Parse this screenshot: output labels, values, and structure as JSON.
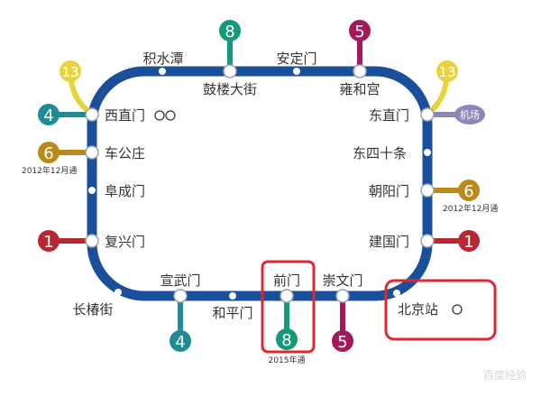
{
  "colors": {
    "line2": "#1a4f9c",
    "line1": "#b82832",
    "line4": "#1f8b95",
    "line5": "#a5185a",
    "line6": "#b98a1a",
    "line8": "#16997a",
    "line13": "#e8d43a",
    "airport": "#8d86b8",
    "highlight": "#e0282e"
  },
  "stations": {
    "jishuitan": "积水潭",
    "gulou": "鼓楼大街",
    "andingmen": "安定门",
    "yonghegong": "雍和宫",
    "dongzhimen": "东直门",
    "dongsishitiao": "东四十条",
    "chaoyangmen": "朝阳门",
    "jianguomen": "建国门",
    "beijingzhan": "北京站",
    "chongwenmen": "崇文门",
    "qianmen": "前门",
    "hepingmen": "和平门",
    "xuanwumen": "宣武门",
    "changchunjie": "长椿街",
    "fuxingmen": "复兴门",
    "fuchengmen": "阜成门",
    "chegongzhuang": "车公庄",
    "xizhimen": "西直门"
  },
  "lines": {
    "l8": "8",
    "l5": "5",
    "l13": "13",
    "l4": "4",
    "l6": "6",
    "l1": "1",
    "airport": "机场"
  },
  "notes": {
    "l6_left": "2012年12月通",
    "l6_right": "2012年12月通",
    "l8_bottom": "2015年通"
  },
  "watermark": "百度经验"
}
